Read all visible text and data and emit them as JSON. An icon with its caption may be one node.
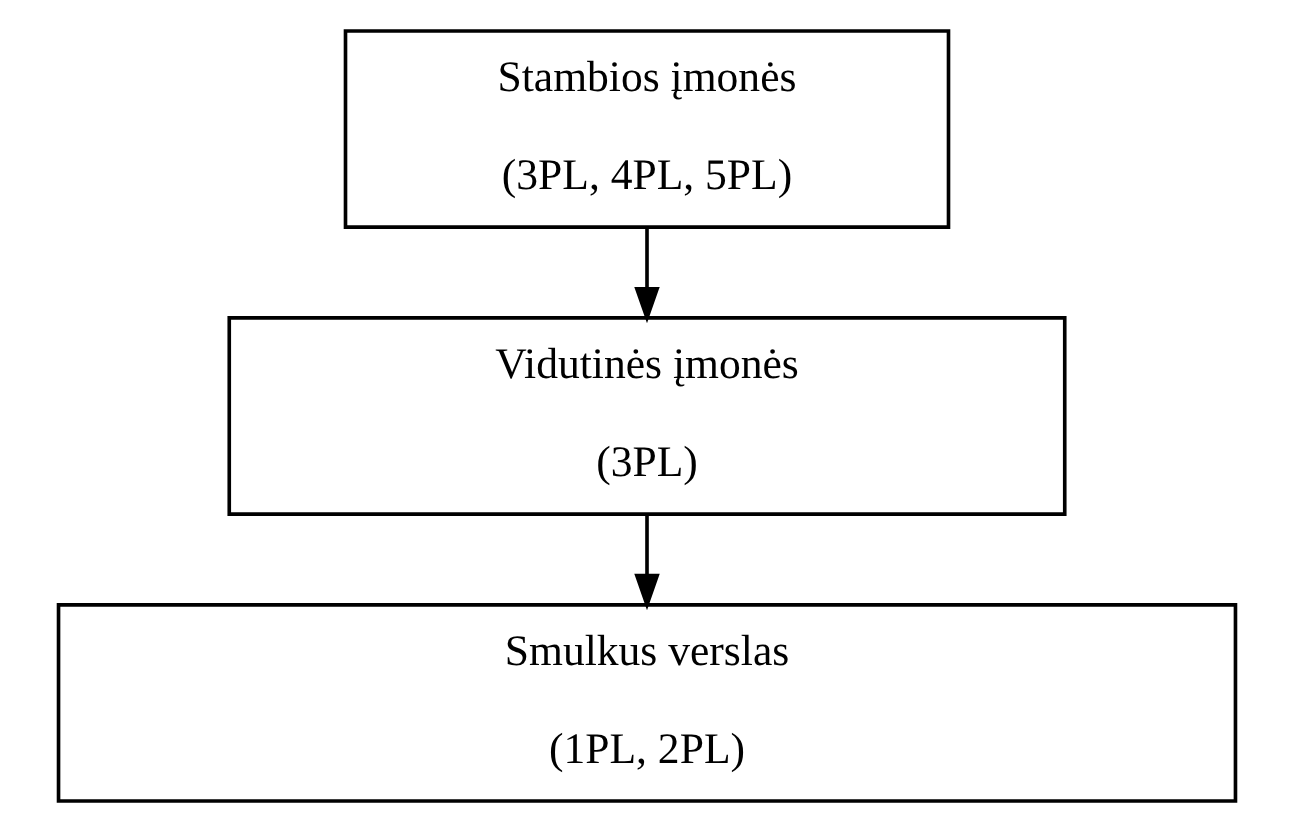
{
  "diagram": {
    "nodes": [
      {
        "text": [
          "Stambios įmonės",
          "(3PL, 4PL, 5PL)"
        ]
      },
      {
        "text": [
          "Vidutinės įmonės",
          "(3PL)"
        ]
      },
      {
        "text": [
          "Smulkus verslas",
          "(1PL, 2PL)"
        ]
      }
    ],
    "edges": [
      {
        "from": 0,
        "to": 1,
        "arrow": "to"
      },
      {
        "from": 1,
        "to": 2,
        "arrow": "to"
      }
    ]
  }
}
